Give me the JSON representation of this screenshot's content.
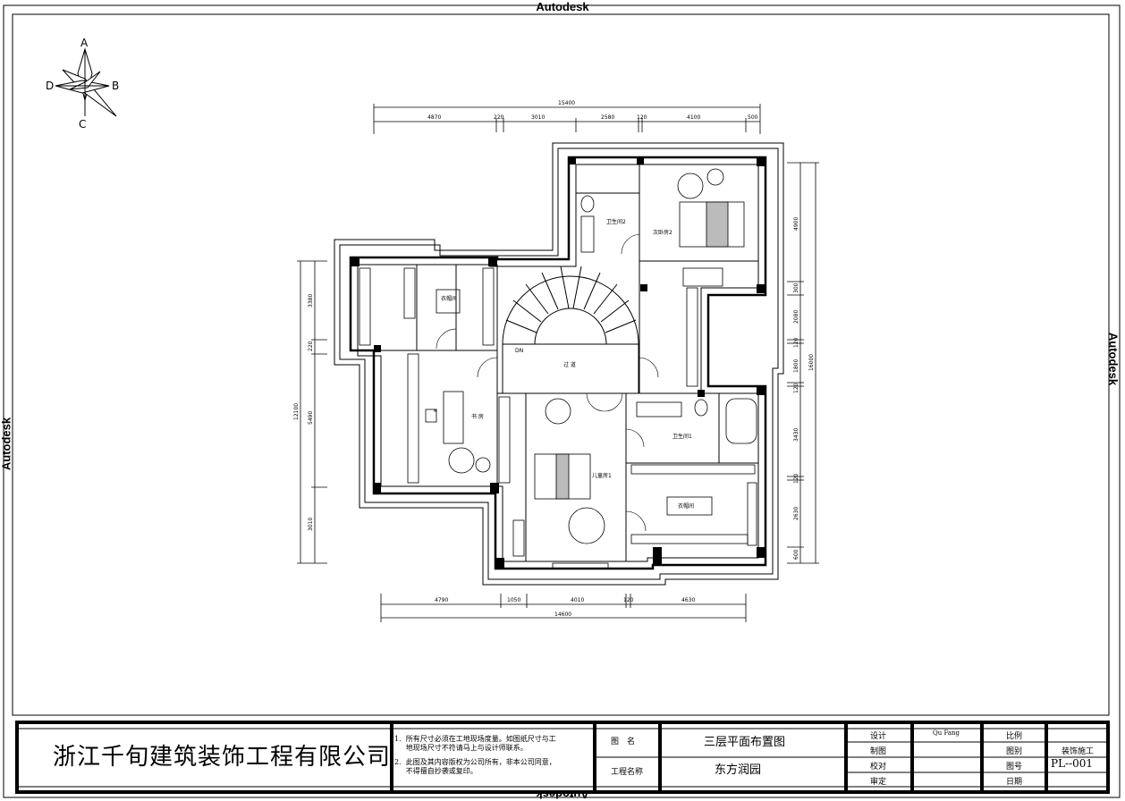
{
  "watermark": "Autodesk",
  "compass": {
    "north": "A",
    "east": "B",
    "south": "C",
    "west": "D"
  },
  "dimensions": {
    "top_total": "15400",
    "top_segments": [
      "4870",
      "220",
      "3010",
      "2580",
      "120",
      "4100",
      "500"
    ],
    "bottom_total": "14600",
    "bottom_segments": [
      "4790",
      "1050",
      "4010",
      "120",
      "4630"
    ],
    "left_total": "12100",
    "left_segments": [
      "3380",
      "220",
      "5490",
      "3010"
    ],
    "right_total": "16000",
    "right_segments": [
      "4900",
      "300",
      "2080",
      "120",
      "1800",
      "120",
      "3430",
      "120",
      "2630",
      "600"
    ]
  },
  "rooms": {
    "stair_hall": "过 道",
    "study": "书 房",
    "bathroom_2": "卫生间2",
    "bedroom_2": "次卧房2",
    "bedroom_1": "儿童房1",
    "bathroom_1": "卫生间1",
    "closet_1": "衣帽间",
    "closet_2": "衣帽间",
    "stair_label": "DN"
  },
  "title_block": {
    "company": "浙江千旬建筑装饰工程有限公司",
    "note1_num": "1.",
    "note1_l1": "所有尺寸必须在工地现场度量。如图纸尺寸与工",
    "note1_l2": "地现场尺寸不符请马上与设计师联系。",
    "note2_num": "2.",
    "note2_l1": "此图及其内容版权为公司所有，非本公司同意，",
    "note2_l2": "不得擅自抄袭或复印。",
    "drawing_name_label": "图　名",
    "drawing_name": "三层平面布置图",
    "project_name_label": "工程名称",
    "project_name": "东方润园",
    "design_label": "设计",
    "design_value": "Qu Fang",
    "draw_label": "制图",
    "check_label": "校对",
    "approve_label": "审定",
    "scale_label": "比例",
    "category_label": "图别",
    "category_value": "装饰施工",
    "number_label": "图号",
    "number_value": "PL--001",
    "date_label": "日期"
  }
}
